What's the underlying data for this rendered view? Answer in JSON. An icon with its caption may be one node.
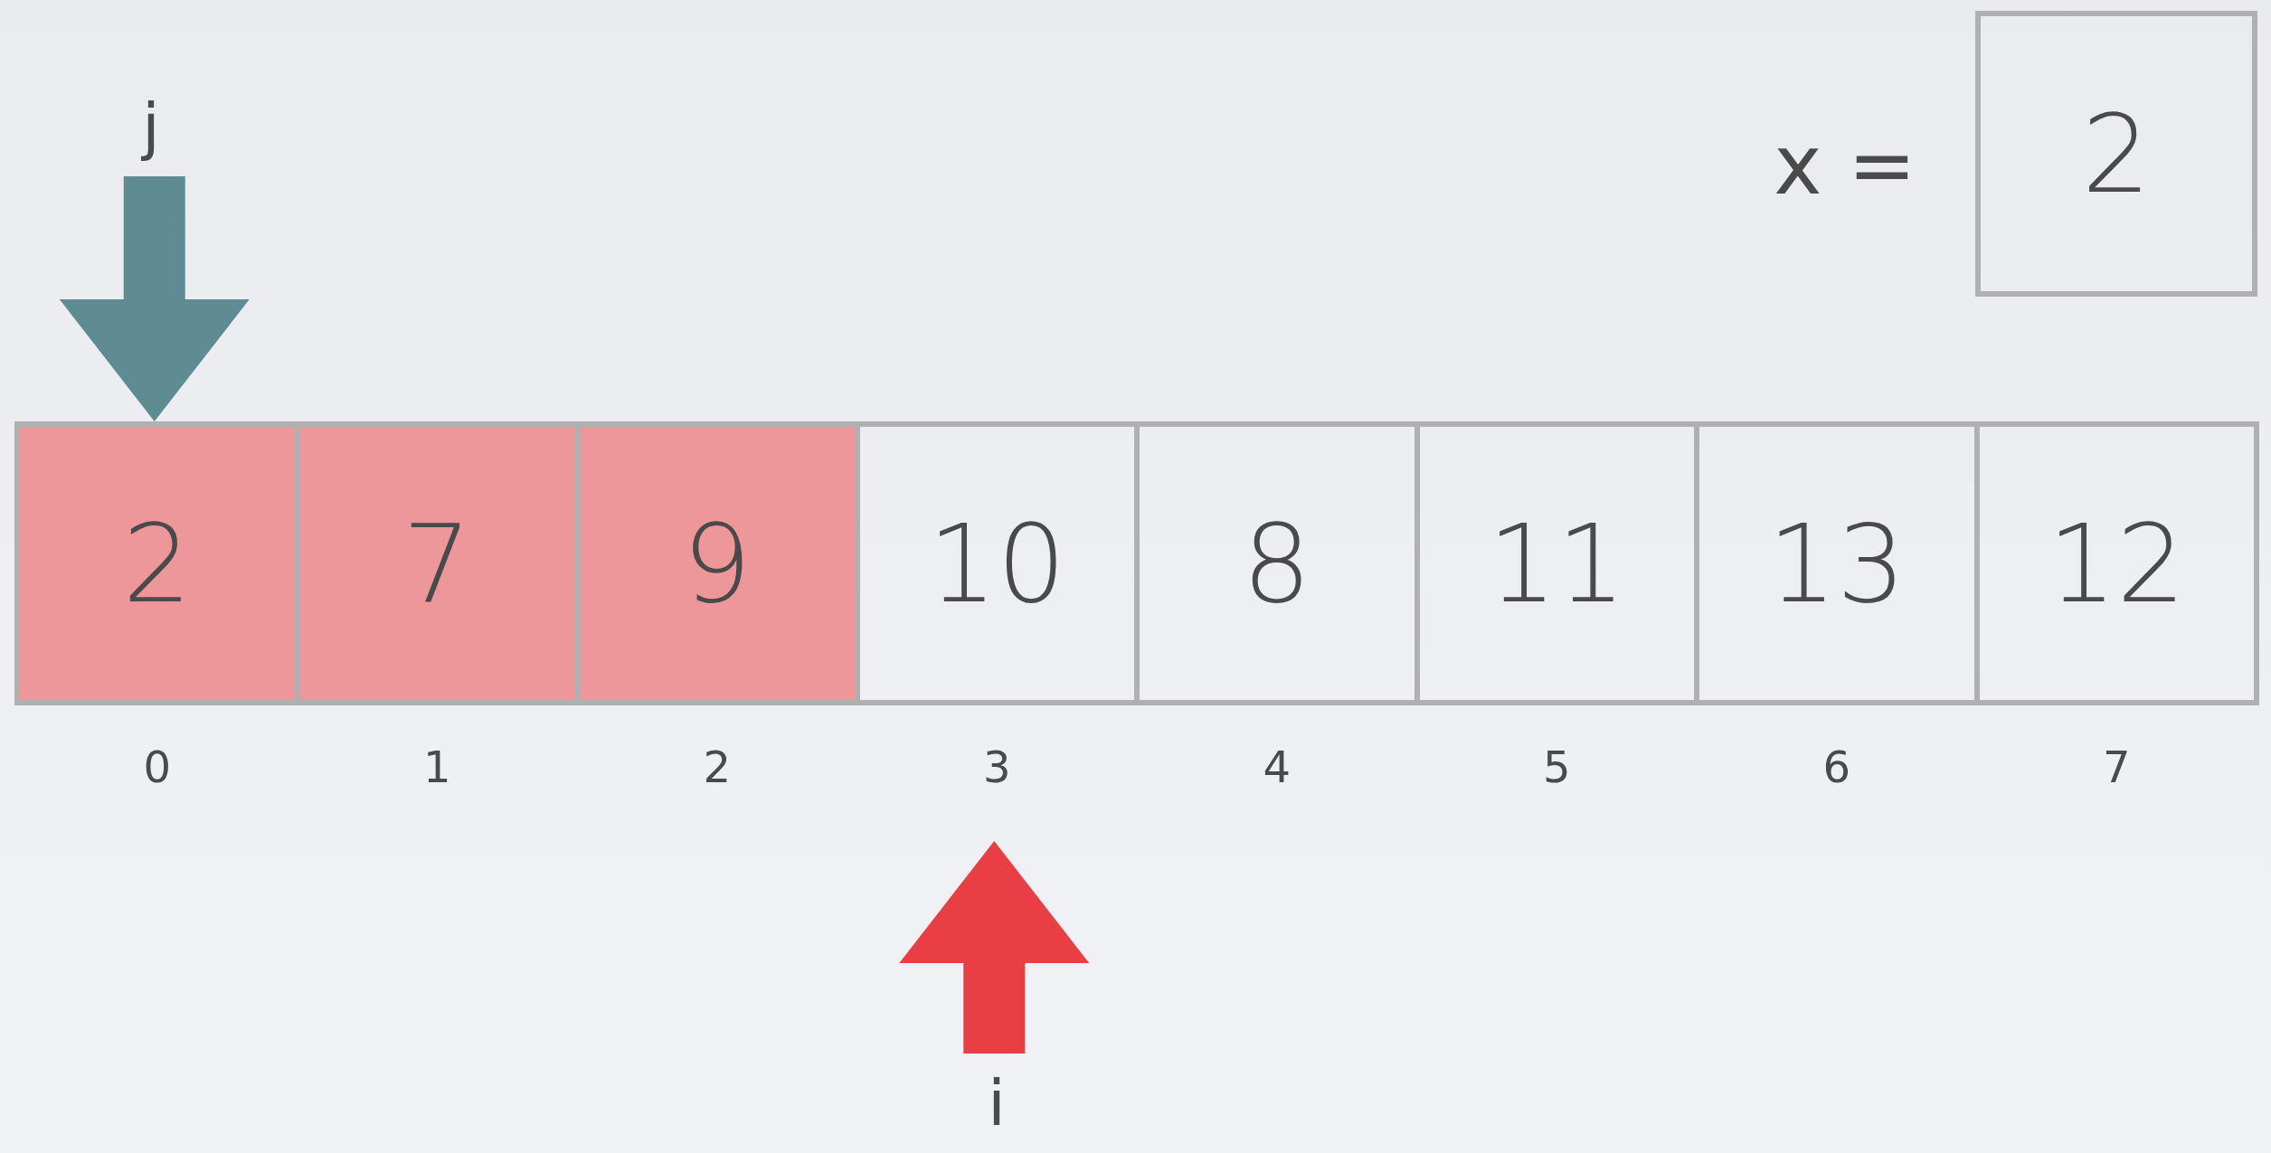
{
  "diagram": {
    "nodes": [
      {
        "text": [
          "2"
        ]
      },
      {
        "text": [
          "7"
        ]
      },
      {
        "text": [
          "9"
        ]
      },
      {
        "text": [
          "10"
        ]
      },
      {
        "text": [
          "8"
        ]
      },
      {
        "text": [
          "11"
        ]
      },
      {
        "text": [
          "13"
        ]
      },
      {
        "text": [
          "12"
        ]
      },
      {
        "text": [
          "j"
        ]
      },
      {
        "text": [
          "i"
        ]
      },
      {
        "text": [
          "2"
        ]
      }
    ],
    "edges": [
      {
        "from": 8,
        "to": 0,
        "arrow": "to",
        "color": "#5f8c93"
      },
      {
        "from": 9,
        "to": 3,
        "arrow": "to",
        "color": "#e83e44"
      }
    ],
    "labels": [
      "x =",
      "0",
      "1",
      "2",
      "3",
      "4",
      "5",
      "6",
      "7"
    ]
  }
}
